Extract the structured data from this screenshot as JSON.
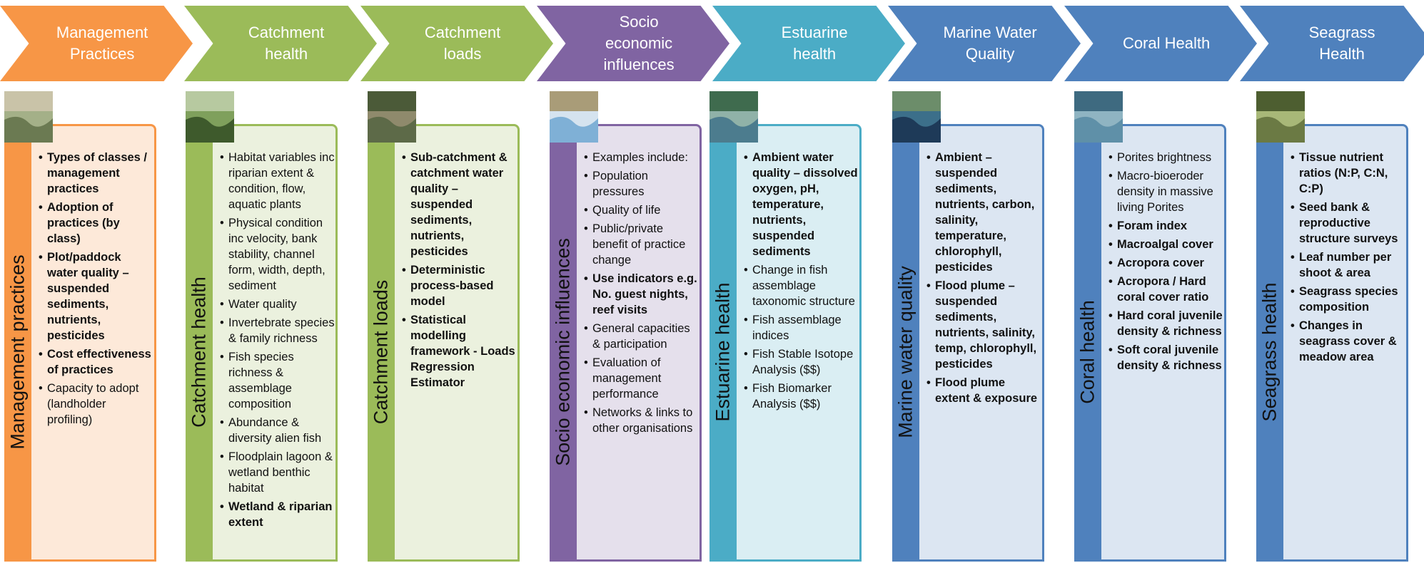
{
  "headers": [
    {
      "label": "Management\nPractices",
      "color": "#f79646"
    },
    {
      "label": "Catchment\nhealth",
      "color": "#9bbb59"
    },
    {
      "label": "Catchment\nloads",
      "color": "#9bbb59"
    },
    {
      "label": "Socio\neconomic\ninfluences",
      "color": "#8064a2"
    },
    {
      "label": "Estuarine\nhealth",
      "color": "#4bacc6"
    },
    {
      "label": "Marine Water\nQuality",
      "color": "#4f81bd"
    },
    {
      "label": "Coral Health",
      "color": "#4f81bd"
    },
    {
      "label": "Seagrass\nHealth",
      "color": "#4f81bd"
    }
  ],
  "columns": [
    {
      "title": "Management practices",
      "bar": "#f79646",
      "border": "#f79646",
      "fill": "#fde9d9",
      "items": [
        {
          "t": "Types of classes / management practices",
          "b": true
        },
        {
          "t": "Adoption of practices (by class)",
          "b": true
        },
        {
          "t": "Plot/paddock water quality – suspended sediments, nutrients, pesticides",
          "b": true
        },
        {
          "t": "Cost effectiveness of practices",
          "b": true
        },
        {
          "t": "Capacity to adopt (landholder profiling)",
          "b": false
        }
      ]
    },
    {
      "title": "Catchment  health",
      "bar": "#9bbb59",
      "border": "#9bbb59",
      "fill": "#ebf1de",
      "items": [
        {
          "t": "Habitat variables inc riparian extent & condition, flow, aquatic plants",
          "b": false
        },
        {
          "t": "Physical condition inc velocity, bank stability, channel form, width, depth, sediment",
          "b": false
        },
        {
          "t": "Water quality",
          "b": false
        },
        {
          "t": "Invertebrate species  & family richness",
          "b": false
        },
        {
          "t": "Fish species richness & assemblage composition",
          "b": false
        },
        {
          "t": "Abundance & diversity alien fish",
          "b": false
        },
        {
          "t": "Floodplain lagoon & wetland benthic habitat",
          "b": false
        },
        {
          "t": "Wetland & riparian extent",
          "b": true
        }
      ]
    },
    {
      "title": "Catchment loads",
      "bar": "#9bbb59",
      "border": "#9bbb59",
      "fill": "#ebf1de",
      "items": [
        {
          "t": "Sub-catchment & catchment water quality – suspended sediments, nutrients, pesticides",
          "b": true
        },
        {
          "t": "Deterministic process-based model",
          "b": true
        },
        {
          "t": "Statistical modelling framework  - Loads Regression Estimator",
          "b": true
        }
      ]
    },
    {
      "title": "Socio economic influences",
      "bar": "#8064a2",
      "border": "#8064a2",
      "fill": "#e5e0ec",
      "items": [
        {
          "t": "Examples include:",
          "b": false
        },
        {
          "t": "Population pressures",
          "b": false
        },
        {
          "t": "Quality of life",
          "b": false
        },
        {
          "t": "Public/private benefit of practice change",
          "b": false
        },
        {
          "t": "Use indicators e.g. No. guest nights, reef visits",
          "b": true
        },
        {
          "t": "General capacities & participation",
          "b": false
        },
        {
          "t": "Evaluation of management performance",
          "b": false
        },
        {
          "t": "Networks & links to other organisations",
          "b": false
        }
      ]
    },
    {
      "title": "Estuarine health",
      "bar": "#4bacc6",
      "border": "#4bacc6",
      "fill": "#daeef3",
      "items": [
        {
          "t": "Ambient water quality – dissolved oxygen, pH, temperature, nutrients, suspended sediments",
          "b": true
        },
        {
          "t": "Change in fish assemblage taxonomic structure",
          "b": false
        },
        {
          "t": "Fish  assemblage indices",
          "b": false
        },
        {
          "t": "Fish Stable Isotope Analysis ($$)",
          "b": false
        },
        {
          "t": "Fish Biomarker Analysis ($$)",
          "b": false
        }
      ]
    },
    {
      "title": "Marine water quality",
      "bar": "#4f81bd",
      "border": "#4f81bd",
      "fill": "#dce6f2",
      "items": [
        {
          "t": "Ambient – suspended sediments, nutrients, carbon, salinity, temperature, chlorophyll, pesticides",
          "b": true
        },
        {
          "t": "Flood plume – suspended sediments, nutrients, salinity, temp, chlorophyll, pesticides",
          "b": true
        },
        {
          "t": "Flood plume extent & exposure",
          "b": true
        }
      ]
    },
    {
      "title": "Coral health",
      "bar": "#4f81bd",
      "border": "#4f81bd",
      "fill": "#dce6f2",
      "items": [
        {
          "t": "Porites brightness",
          "b": false
        },
        {
          "t": "Macro-bioeroder density in massive living Porites",
          "b": false
        },
        {
          "t": "Foram index",
          "b": true
        },
        {
          "t": "Macroalgal cover",
          "b": true
        },
        {
          "t": "Acropora cover",
          "b": true
        },
        {
          "t": "Acropora / Hard coral cover ratio",
          "b": true
        },
        {
          "t": "Hard coral juvenile density & richness",
          "b": true
        },
        {
          "t": "Soft coral juvenile density & richness",
          "b": true
        }
      ]
    },
    {
      "title": "Seagrass health",
      "bar": "#4f81bd",
      "border": "#4f81bd",
      "fill": "#dce6f2",
      "items": [
        {
          "t": "Tissue nutrient ratios (N:P, C:N, C:P)",
          "b": true
        },
        {
          "t": "Seed bank & reproductive structure surveys",
          "b": true
        },
        {
          "t": "Leaf number per shoot & area",
          "b": true
        },
        {
          "t": "Seagrass species composition",
          "b": true
        },
        {
          "t": "Changes in seagrass cover & meadow area",
          "b": true
        }
      ]
    }
  ]
}
